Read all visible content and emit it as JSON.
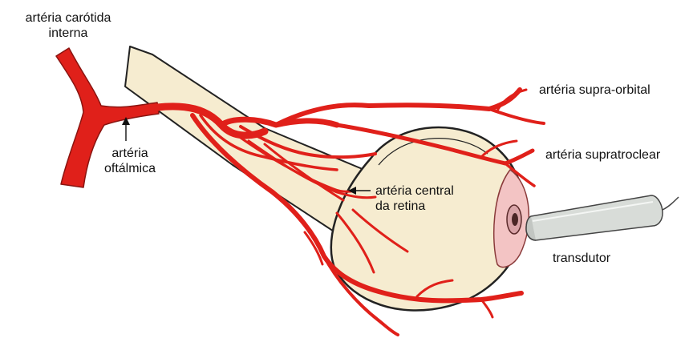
{
  "labels": {
    "internal_carotid": [
      "artéria carótida",
      "interna"
    ],
    "ophthalmic": [
      "artéria",
      "oftálmica"
    ],
    "central_retinal": [
      "artéria central",
      "da retina"
    ],
    "supraorbital": "artéria supra-orbital",
    "supratrochlear": "artéria supratroclear",
    "transducer": "transdutor"
  },
  "colors": {
    "artery": "#e0201a",
    "artery_outline": "#8a1410",
    "nerve": "#f6ecd0",
    "eyeball": "#f6ecd0",
    "outline": "#222222",
    "cornea": "#f3c4c4",
    "iris": "#d9a4a8",
    "probe": "#d8dcd8"
  }
}
